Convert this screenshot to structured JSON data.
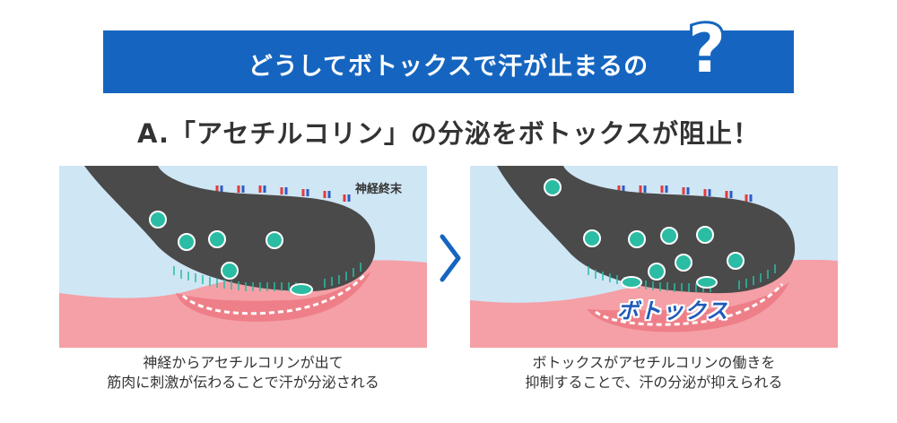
{
  "header": {
    "question_title": "どうしてボトックスで汗が止まるの",
    "question_mark": "?",
    "answer_title": "A.「アセチルコリン」の分泌をボトックスが阻止！"
  },
  "left_panel": {
    "nerve_label": "神経終末",
    "caption_line1": "神経からアセチルコリンが出て",
    "caption_line2": "筋肉に刺激が伝わることで汗が分泌される"
  },
  "right_panel": {
    "botox_label": "ボトックス",
    "caption_line1": "ボトックスがアセチルコリンの働きを",
    "caption_line2": "抑制することで、汗の分泌が抑えられる"
  },
  "colors": {
    "banner": "#1565c0",
    "sky": "#cfe6f5",
    "nerve": "#4a4a4a",
    "vesicle": "#2bbca4",
    "tissue": "#f4a0a6",
    "receptor_red": "#e23b3b",
    "receptor_blue": "#2c5cc6"
  }
}
